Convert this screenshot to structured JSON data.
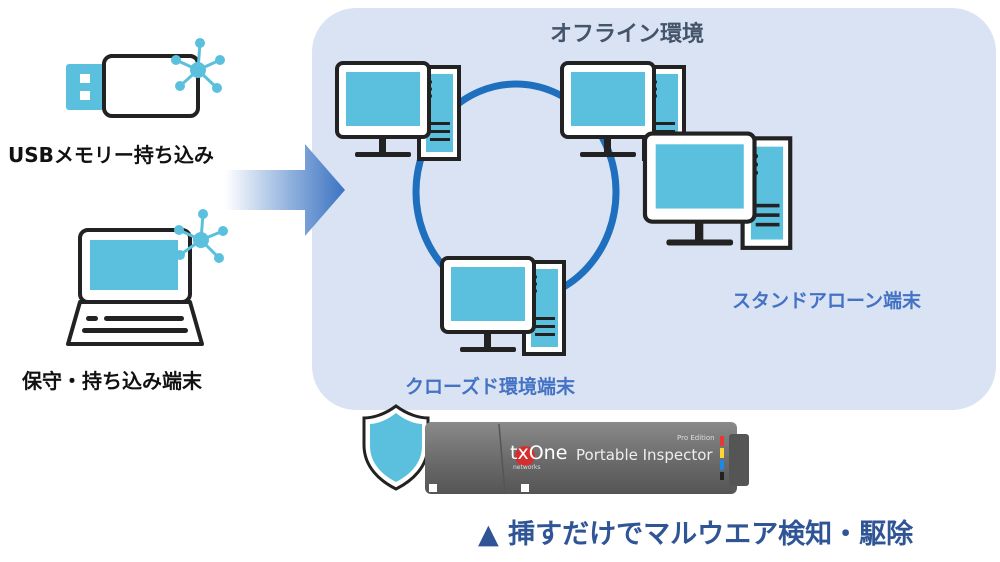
{
  "left": {
    "usb_label": "USBメモリー持ち込み",
    "laptop_label": "保守・持ち込み端末"
  },
  "offline_environment": {
    "title": "オフライン環境",
    "closed_label": "クローズド環境端末",
    "standalone_label": "スタンドアローン端末"
  },
  "device": {
    "brand": "txOne",
    "brand_sub": "networks",
    "product": "Portable Inspector",
    "edition": "Pro Edition"
  },
  "caption": "▲ 挿すだけでマルウエア検知・駆除",
  "colors": {
    "panel_bg": "#dae3f3",
    "screen": "#5bc0de",
    "ring": "#1f6fbf",
    "accent_blue": "#4472c4",
    "caption_blue": "#2f5597",
    "device_gray": "#6b6b6b"
  }
}
